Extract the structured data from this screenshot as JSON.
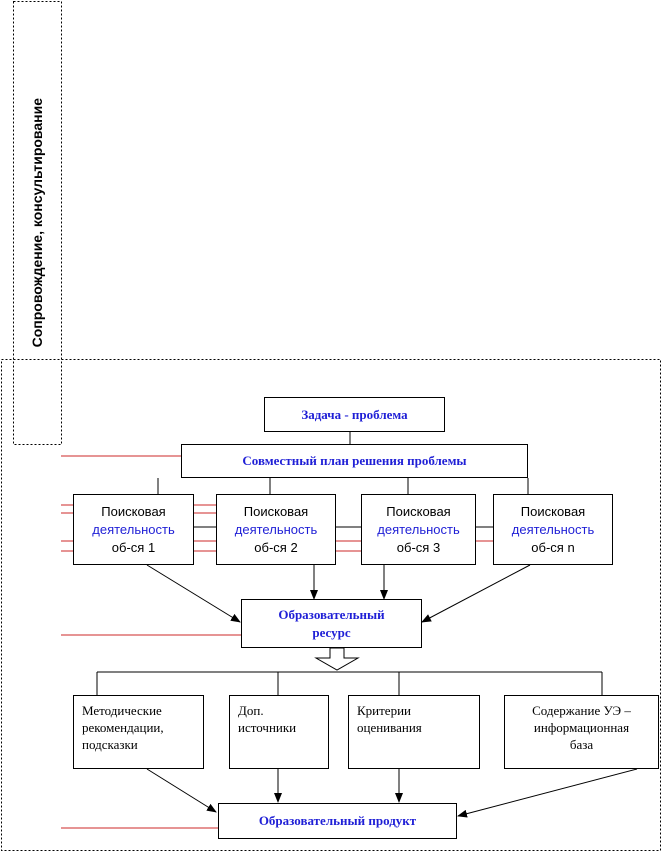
{
  "side_label": "Сопровождение, консультирование",
  "task_box": "Задача - проблема",
  "plan_box": "Совместный план решения проблемы",
  "search_boxes": [
    {
      "line1": "Поисковая",
      "line2": "деятельность",
      "line3": "об-ся 1"
    },
    {
      "line1": "Поисковая",
      "line2": "деятельность",
      "line3": "об-ся 2"
    },
    {
      "line1": "Поисковая",
      "line2": "деятельность",
      "line3": "об-ся 3"
    },
    {
      "line1": "Поисковая",
      "line2": "деятельность",
      "line3": "об-ся n"
    }
  ],
  "resource_box": {
    "line1": "Образовательный",
    "line2": "ресурс"
  },
  "resource_items": [
    {
      "line1": "Методические",
      "line2": "рекомендации,",
      "line3": "подсказки"
    },
    {
      "line1": "Доп.",
      "line2": "источники",
      "line3": ""
    },
    {
      "line1": "Критерии",
      "line2": "оценивания",
      "line3": ""
    },
    {
      "line1": "Содержание УЭ –",
      "line2": "информационная",
      "line3": "база"
    }
  ],
  "product_box": "Образовательный продукт",
  "colors": {
    "accent_blue": "#1f1fd6",
    "feedback_red": "#cc2a2a",
    "line": "#000000"
  }
}
